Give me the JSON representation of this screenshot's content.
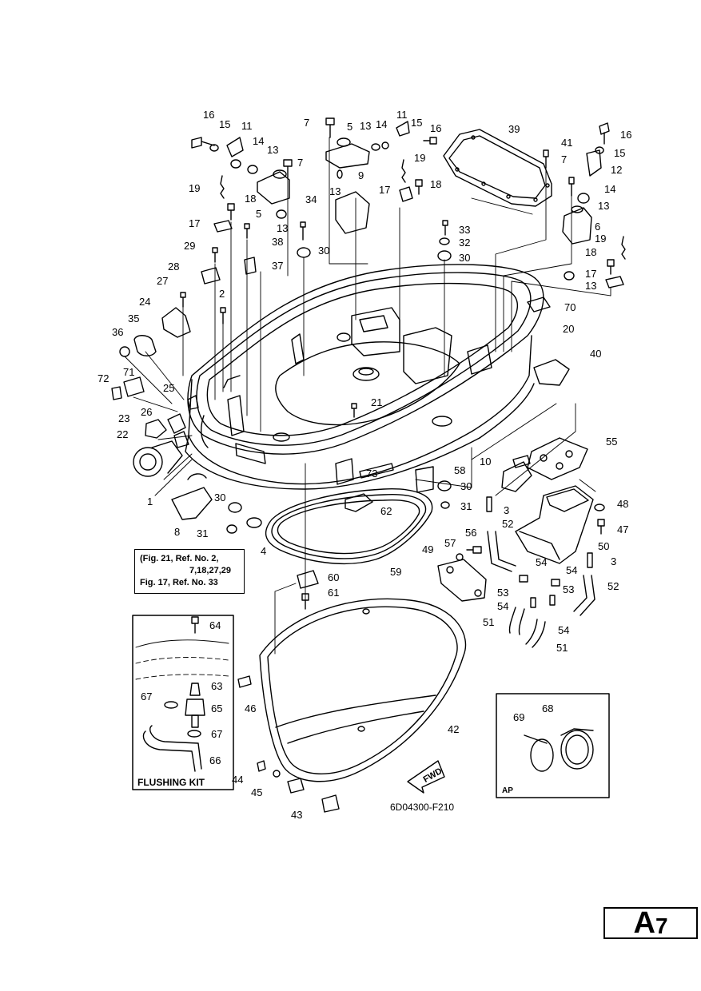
{
  "callouts": [
    "16",
    "15",
    "11",
    "14",
    "13",
    "7",
    "19",
    "18",
    "5",
    "17",
    "29",
    "28",
    "27",
    "24",
    "35",
    "36",
    "72",
    "71",
    "25",
    "26",
    "23",
    "22",
    "1",
    "8",
    "2",
    "34",
    "38",
    "37",
    "30",
    "4",
    "31",
    "21",
    "73",
    "62",
    "59",
    "12",
    "6",
    "32",
    "33",
    "41",
    "39",
    "9",
    "70",
    "20",
    "40",
    "10",
    "55",
    "58",
    "3",
    "48",
    "47",
    "50",
    "56",
    "57",
    "49",
    "52",
    "54",
    "53",
    "51",
    "60",
    "61",
    "64",
    "63",
    "65",
    "67",
    "66",
    "46",
    "42",
    "44",
    "45",
    "43",
    "68",
    "69"
  ],
  "ref_note": {
    "line1": "(Fig. 21, Ref. No. 2,",
    "line2": "7,18,27,29",
    "line3": "Fig. 17, Ref. No. 33"
  },
  "flushing_kit_title": "FLUSHING KIT",
  "ap_title": "AP",
  "fwd_label": "FWD",
  "drawing_number": "6D04300-F210",
  "page": {
    "letter": "A",
    "number": "7"
  }
}
